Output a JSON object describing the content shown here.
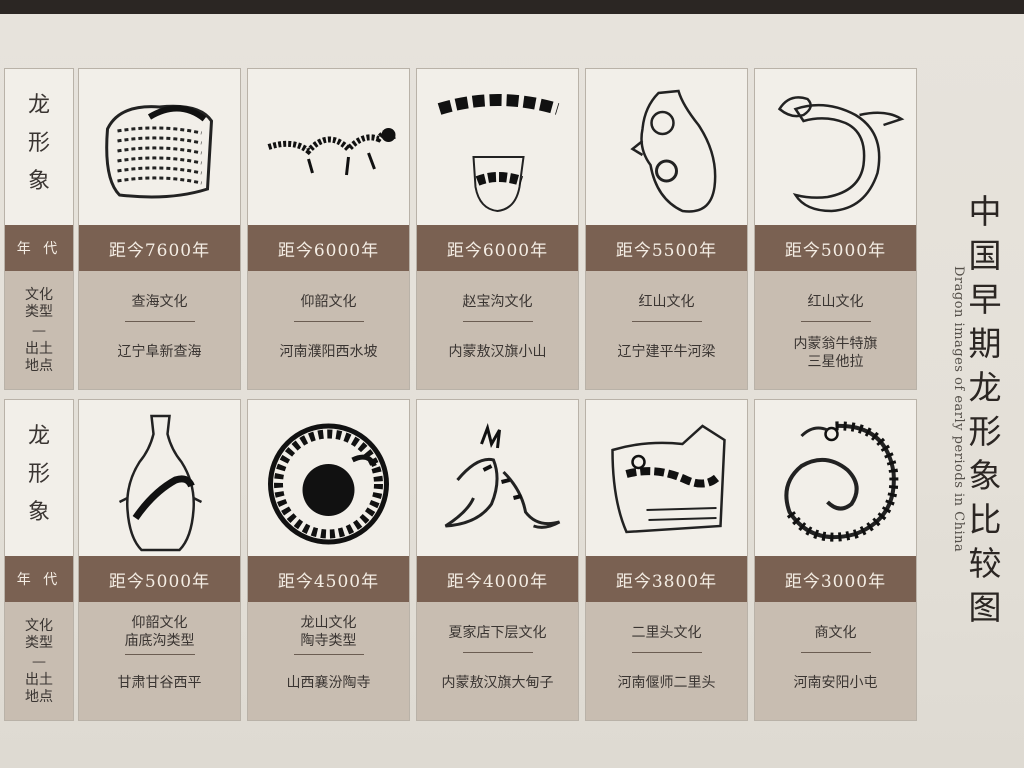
{
  "title": {
    "zh_chars": [
      "中",
      "国",
      "早",
      "期",
      "龙",
      "形",
      "象",
      "比",
      "较",
      "图"
    ],
    "en": "Dragon images of early periods in China"
  },
  "row_headers": {
    "image_label_chars": [
      "龙",
      "形",
      "象"
    ],
    "era_label": "年 代",
    "culture_label_lines": [
      "文化",
      "类型"
    ],
    "dash": "—",
    "site_label_lines": [
      "出土",
      "地点"
    ]
  },
  "rows": [
    {
      "cards": [
        {
          "era": "距今7600年",
          "culture": [
            "查海文化"
          ],
          "site": [
            "辽宁阜新查海"
          ],
          "icon": "relief-dragon-icon"
        },
        {
          "era": "距今6000年",
          "culture": [
            "仰韶文化"
          ],
          "site": [
            "河南濮阳西水坡"
          ],
          "icon": "shell-mosaic-dragon-icon"
        },
        {
          "era": "距今6000年",
          "culture": [
            "赵宝沟文化"
          ],
          "site": [
            "内蒙敖汉旗小山"
          ],
          "icon": "pottery-zun-dragon-icon"
        },
        {
          "era": "距今5500年",
          "culture": [
            "红山文化"
          ],
          "site": [
            "辽宁建平牛河梁"
          ],
          "icon": "jade-pig-dragon-icon"
        },
        {
          "era": "距今5000年",
          "culture": [
            "红山文化"
          ],
          "site": [
            "内蒙翁牛特旗",
            "三星他拉"
          ],
          "icon": "jade-c-dragon-icon"
        }
      ]
    },
    {
      "cards": [
        {
          "era": "距今5000年",
          "culture": [
            "仰韶文化",
            "庙底沟类型"
          ],
          "site": [
            "甘肃甘谷西平"
          ],
          "icon": "painted-bottle-dragon-icon"
        },
        {
          "era": "距今4500年",
          "culture": [
            "龙山文化",
            "陶寺类型"
          ],
          "site": [
            "山西襄汾陶寺"
          ],
          "icon": "coiled-dragon-plate-icon"
        },
        {
          "era": "距今4000年",
          "culture": [
            "夏家店下层文化"
          ],
          "site": [
            "内蒙敖汉旗大甸子"
          ],
          "icon": "painted-dragon-motif-icon"
        },
        {
          "era": "距今3800年",
          "culture": [
            "二里头文化"
          ],
          "site": [
            "河南偃师二里头"
          ],
          "icon": "pottery-sherd-dragon-icon"
        },
        {
          "era": "距今3000年",
          "culture": [
            "商文化"
          ],
          "site": [
            "河南安阳小屯"
          ],
          "icon": "bronze-coiled-dragon-icon"
        }
      ]
    }
  ]
}
